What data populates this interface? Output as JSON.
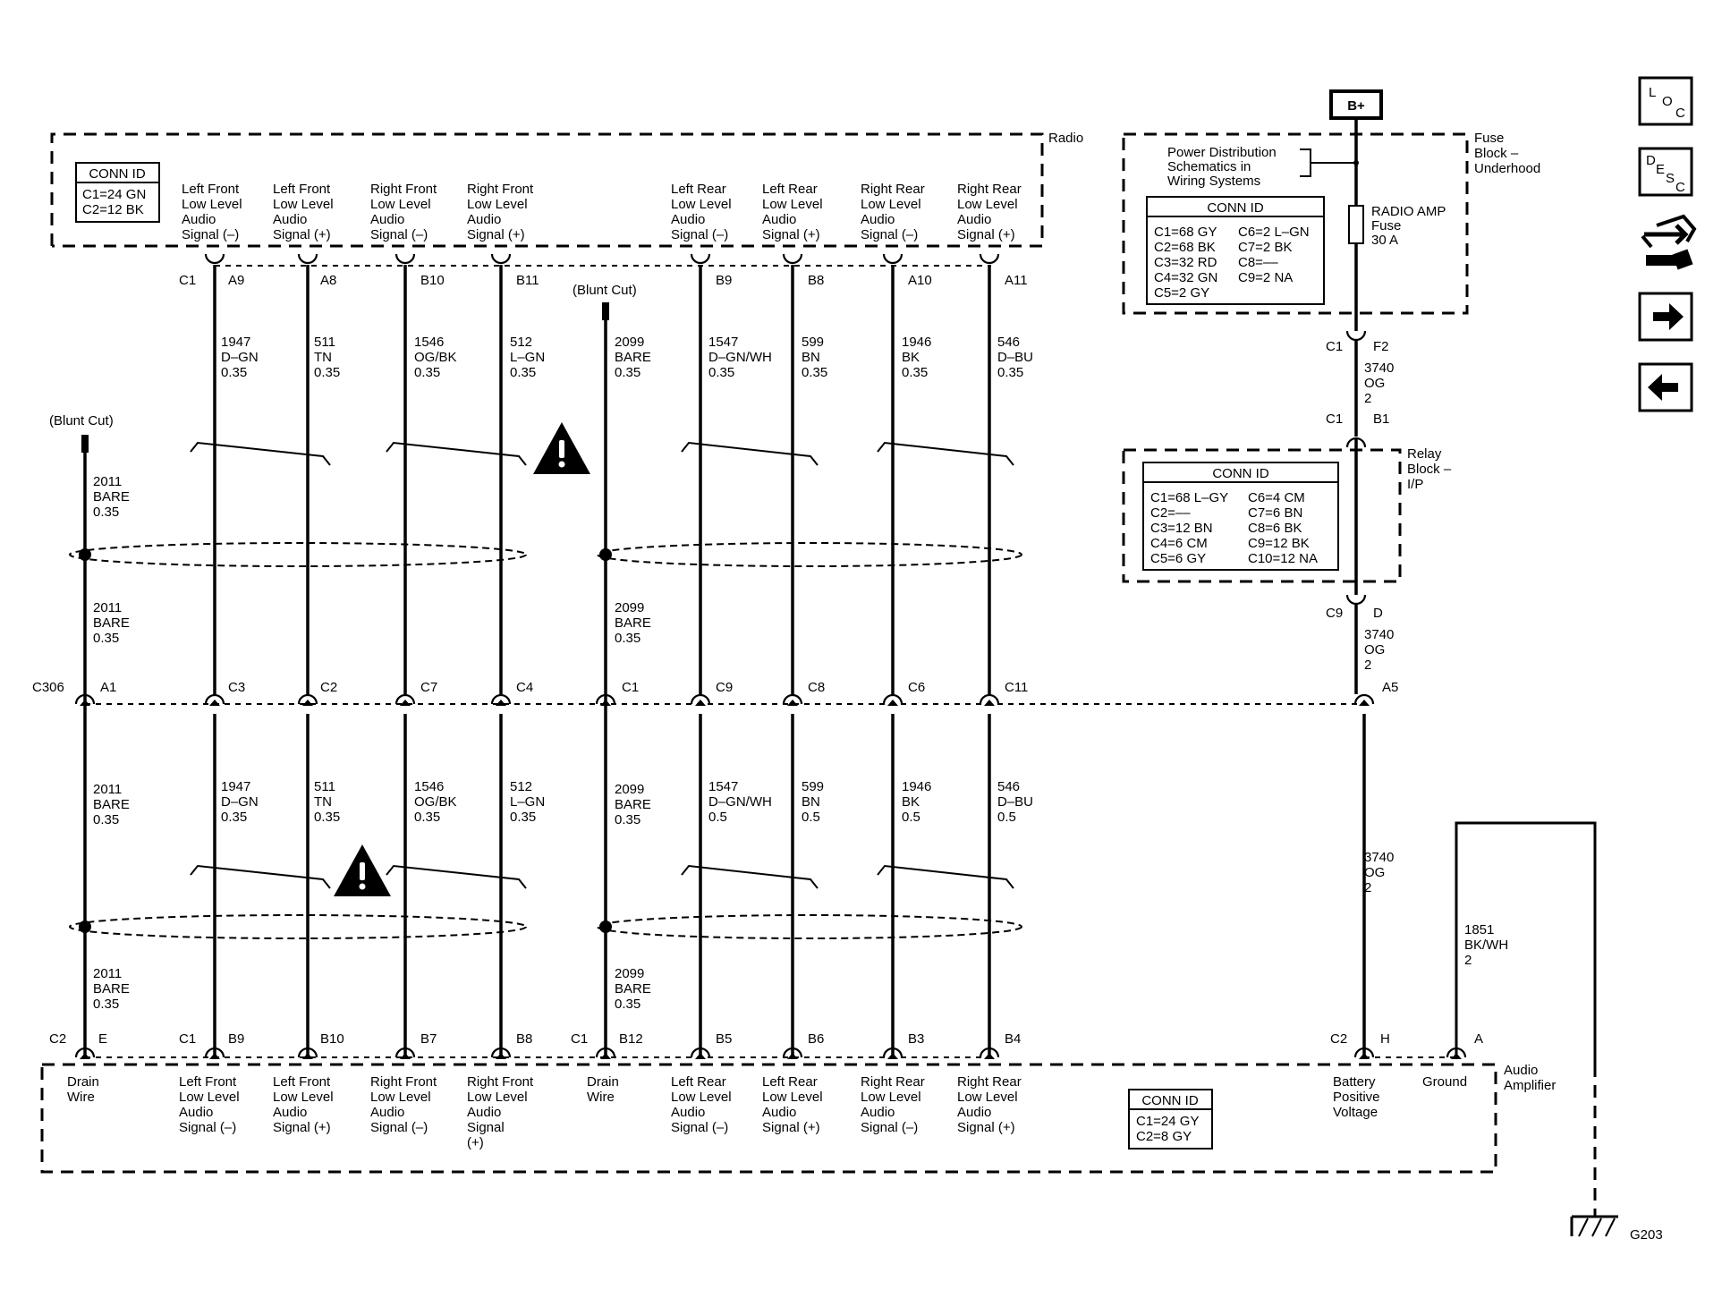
{
  "components": {
    "radio": "Radio",
    "fuse_block": [
      "Fuse",
      "Block –",
      "Underhood"
    ],
    "relay_block": [
      "Relay",
      "Block –",
      "I/P"
    ],
    "audio_amplifier": [
      "Audio",
      "Amplifier"
    ],
    "power_dist": [
      "Power Distribution",
      "Schematics in",
      "Wiring Systems"
    ],
    "battery": "B+",
    "ground_ref": "G203"
  },
  "conn_tables": {
    "radio": {
      "title": "CONN ID",
      "lines": [
        "C1=24 GN",
        "C2=12 BK"
      ]
    },
    "fuse": {
      "title": "CONN ID",
      "left": [
        "C1=68 GY",
        "C2=68 BK",
        "C3=32 RD",
        "C4=32 GN",
        "C5=2 GY"
      ],
      "right": [
        "C6=2 L–GN",
        "C7=2 BK",
        "C8=––",
        "C9=2 NA"
      ]
    },
    "relay": {
      "title": "CONN ID",
      "left": [
        "C1=68 L–GY",
        "C2=––",
        "C3=12 BN",
        "C4=6 CM",
        "C5=6 GY"
      ],
      "right": [
        "C6=4 CM",
        "C7=6 BN",
        "C8=6 BK",
        "C9=12 BK",
        "C10=12 NA"
      ]
    },
    "amp": {
      "title": "CONN ID",
      "lines": [
        "C1=24 GY",
        "C2=8 GY"
      ]
    }
  },
  "fuse": {
    "lines": [
      "RADIO AMP",
      "Fuse",
      "30 A"
    ]
  },
  "radio_signals": [
    [
      "Left Front",
      "Low Level",
      "Audio",
      "Signal (–)"
    ],
    [
      "Left Front",
      "Low Level",
      "Audio",
      "Signal (+)"
    ],
    [
      "Right Front",
      "Low Level",
      "Audio",
      "Signal (–)"
    ],
    [
      "Right Front",
      "Low Level",
      "Audio",
      "Signal (+)"
    ],
    [
      "Left Rear",
      "Low Level",
      "Audio",
      "Signal (–)"
    ],
    [
      "Left Rear",
      "Low Level",
      "Audio",
      "Signal (+)"
    ],
    [
      "Right Rear",
      "Low Level",
      "Audio",
      "Signal (–)"
    ],
    [
      "Right Rear",
      "Low Level",
      "Audio",
      "Signal (+)"
    ]
  ],
  "amp_signals": [
    [
      "Drain",
      "Wire"
    ],
    [
      "Left Front",
      "Low Level",
      "Audio",
      "Signal (–)"
    ],
    [
      "Left Front",
      "Low Level",
      "Audio",
      "Signal (+)"
    ],
    [
      "Right Front",
      "Low Level",
      "Audio",
      "Signal (–)"
    ],
    [
      "Right Front",
      "Low Level",
      "Audio",
      "Signal",
      "(+)"
    ],
    [
      "Drain",
      "Wire"
    ],
    [
      "Left Rear",
      "Low Level",
      "Audio",
      "Signal (–)"
    ],
    [
      "Left Rear",
      "Low Level",
      "Audio",
      "Signal (+)"
    ],
    [
      "Right Rear",
      "Low Level",
      "Audio",
      "Signal (–)"
    ],
    [
      "Right Rear",
      "Low Level",
      "Audio",
      "Signal (+)"
    ],
    [
      "Battery",
      "Positive",
      "Voltage"
    ],
    [
      "Ground"
    ]
  ],
  "radio_pins": [
    "A9",
    "A8",
    "B10",
    "B11",
    "B9",
    "B8",
    "A10",
    "A11"
  ],
  "radio_conn": "C1",
  "c306": {
    "label": "C306",
    "pins": [
      "A1",
      "C3",
      "C2",
      "C7",
      "C4",
      "C1",
      "C9",
      "C8",
      "C6",
      "C11",
      "A5"
    ]
  },
  "amp_pins": {
    "c2": "C2",
    "c1a": "C1",
    "c1b": "C1",
    "left": [
      "E",
      "B9",
      "B10",
      "B7",
      "B8",
      "B12",
      "B5",
      "B6",
      "B3",
      "B4"
    ],
    "right": [
      "H",
      "A"
    ]
  },
  "wires_upper": [
    [
      "1947",
      "D–GN",
      "0.35"
    ],
    [
      "511",
      "TN",
      "0.35"
    ],
    [
      "1546",
      "OG/BK",
      "0.35"
    ],
    [
      "512",
      "L–GN",
      "0.35"
    ],
    [
      "1547",
      "D–GN/WH",
      "0.35"
    ],
    [
      "599",
      "BN",
      "0.35"
    ],
    [
      "1946",
      "BK",
      "0.35"
    ],
    [
      "546",
      "D–BU",
      "0.35"
    ]
  ],
  "wires_lower": [
    [
      "1947",
      "D–GN",
      "0.35"
    ],
    [
      "511",
      "TN",
      "0.35"
    ],
    [
      "1546",
      "OG/BK",
      "0.35"
    ],
    [
      "512",
      "L–GN",
      "0.35"
    ],
    [
      "1547",
      "D–GN/WH",
      "0.5"
    ],
    [
      "599",
      "BN",
      "0.5"
    ],
    [
      "1946",
      "BK",
      "0.5"
    ],
    [
      "546",
      "D–BU",
      "0.5"
    ]
  ],
  "drain_wires": {
    "blunt_cut": "(Blunt Cut)",
    "a_upper": [
      "2011",
      "BARE",
      "0.35"
    ],
    "a_mid": [
      "2011",
      "BARE",
      "0.35"
    ],
    "a_lower": [
      "2011",
      "BARE",
      "0.35"
    ],
    "a_bottom": [
      "2011",
      "BARE",
      "0.35"
    ],
    "b_upper": [
      "2099",
      "BARE",
      "0.35"
    ],
    "b_mid": [
      "2099",
      "BARE",
      "0.35"
    ],
    "b_lower": [
      "2099",
      "BARE",
      "0.35"
    ],
    "b_bottom": [
      "2099",
      "BARE",
      "0.35"
    ]
  },
  "power": {
    "w1": [
      "3740",
      "OG",
      "2"
    ],
    "w2": [
      "3740",
      "OG",
      "2"
    ],
    "w3": [
      "3740",
      "OG",
      "2"
    ],
    "ground_wire": [
      "1851",
      "BK/WH",
      "2"
    ],
    "fuse_out": {
      "conn": "C1",
      "pin": "F2"
    },
    "relay_in": {
      "conn": "C1",
      "pin": "B1"
    },
    "relay_out": {
      "conn": "C9",
      "pin": "D"
    }
  },
  "nav": {
    "loc": [
      "L",
      "O",
      "C"
    ],
    "desc": [
      "D",
      "E",
      "S",
      "C"
    ]
  }
}
